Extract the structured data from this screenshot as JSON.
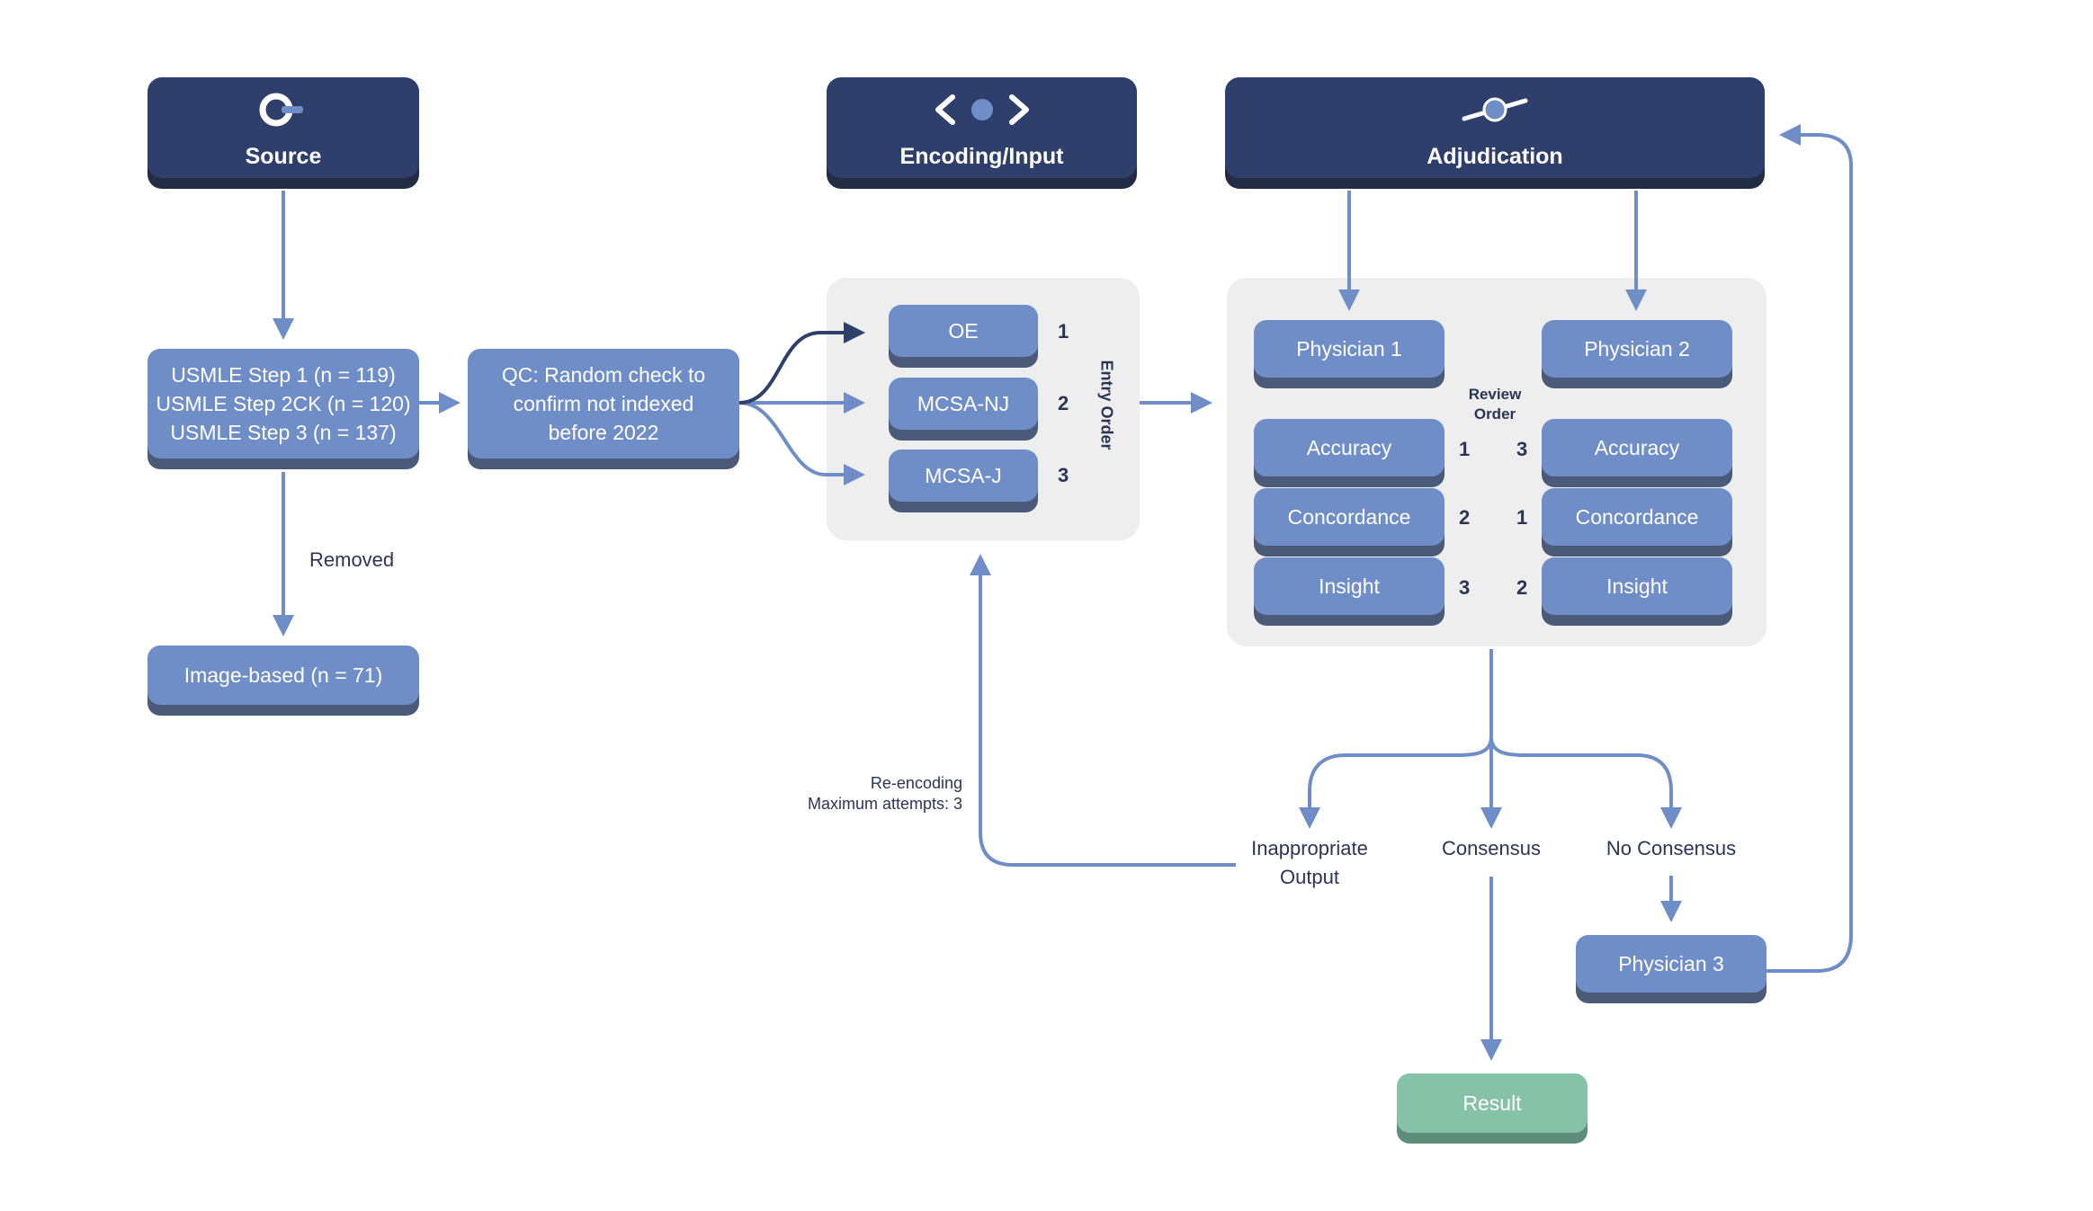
{
  "headers": {
    "source": {
      "label": "Source",
      "icon": "source-ring-icon"
    },
    "encoding": {
      "label": "Encoding/Input",
      "icon": "code-brackets-icon"
    },
    "adjudication": {
      "label": "Adjudication",
      "icon": "slider-toggle-icon"
    }
  },
  "source_box": {
    "lines": [
      "USMLE Step 1 (n = 119)",
      "USMLE Step 2CK (n = 120)",
      "USMLE Step 3 (n = 137)"
    ]
  },
  "qc_box": {
    "lines": [
      "QC: Random check to",
      "confirm not indexed",
      "before 2022"
    ]
  },
  "removed_label": "Removed",
  "image_box": {
    "label": "Image-based (n = 71)"
  },
  "encoding": {
    "items": [
      {
        "label": "OE",
        "order": "1"
      },
      {
        "label": "MCSA-NJ",
        "order": "2"
      },
      {
        "label": "MCSA-J",
        "order": "3"
      }
    ],
    "order_label": "Entry Order"
  },
  "adjudication": {
    "physician1": "Physician 1",
    "physician2": "Physician 2",
    "review_order": [
      "Review",
      "Order"
    ],
    "criteria1": [
      {
        "label": "Accuracy",
        "order": "1"
      },
      {
        "label": "Concordance",
        "order": "2"
      },
      {
        "label": "Insight",
        "order": "3"
      }
    ],
    "criteria2": [
      {
        "label": "Accuracy",
        "order": "3"
      },
      {
        "label": "Concordance",
        "order": "1"
      },
      {
        "label": "Insight",
        "order": "2"
      }
    ]
  },
  "outcomes": {
    "inappropriate": [
      "Inappropriate",
      "Output"
    ],
    "consensus": "Consensus",
    "no_consensus": "No Consensus"
  },
  "reencoding": [
    "Re-encoding",
    "Maximum attempts: 3"
  ],
  "physician3": "Physician 3",
  "result": "Result",
  "colors": {
    "dark": "#2f3f6c",
    "light": "#6f8ec7",
    "arrow": "#6f8ec7",
    "green": "#86c2a7",
    "text": "#2a3556",
    "panel": "#eeeeee"
  }
}
